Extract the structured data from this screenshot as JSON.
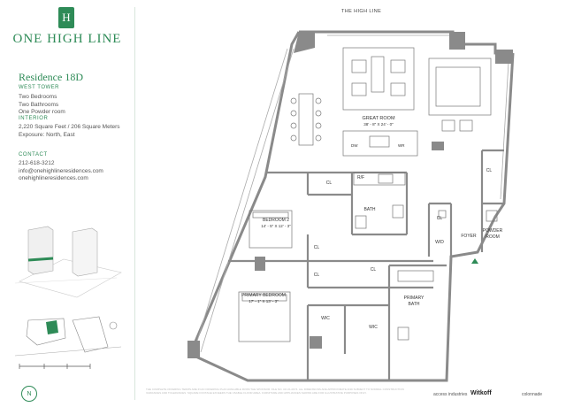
{
  "brand": {
    "name": "ONE HIGH LINE",
    "logo_letter": "H"
  },
  "residence": {
    "title": "Residence 18D",
    "tower": "WEST TOWER",
    "features": [
      "Two Bedrooms",
      "Two Bathrooms",
      "One Powder room"
    ]
  },
  "interior": {
    "heading": "INTERIOR",
    "size": "2,220 Square Feet / 206 Square Meters",
    "exposure": "Exposure: North, East"
  },
  "contact": {
    "heading": "CONTACT",
    "phone": "212-618-3212",
    "email": "info@onehighlineresidences.com",
    "website": "onehighlineresidences.com"
  },
  "compass": "N",
  "plan": {
    "street_label": "THE HIGH LINE",
    "great_room": {
      "name": "GREAT ROOM",
      "dims": "38' - 8\" X 24' - 0\""
    },
    "bedroom2": {
      "name": "BEDROOM 2",
      "dims": "14' - 5\" X 12' - 3\""
    },
    "primary_bedroom": {
      "name": "PRIMARY BEDROOM",
      "dims": "17' - 1\" X 13' - 3\""
    },
    "primary_bath": [
      "PRIMARY",
      "BATH"
    ],
    "bath": "BATH",
    "foyer": "FOYER",
    "powder_room": [
      "POWDER",
      "ROOM"
    ],
    "closet": "CL",
    "walk_in": "WIC",
    "washer_dryer": "W/D",
    "fridge": "R/F",
    "dishwasher": "DW",
    "wine": "WR"
  },
  "disclaimer": "THE COMPLETE OFFERING TERMS ARE IN AN OFFERING PLAN AVAILABLE FROM THE SPONSOR. FILE NO. CD 21-0074. ALL DIMENSIONS ARE APPROXIMATE AND SUBJECT TO NORMAL CONSTRUCTION VARIANCES AND TOLERANCES. SQUARE FOOTAGE EXCEEDS THE USABLE FLOOR AREA. FURNITURE AND APPLIANCES SHOWN ARE FOR ILLUSTRATIVE PURPOSES ONLY.",
  "developers": {
    "witkoff": "Witkoff",
    "colonnade": "colonnade",
    "other": "access industries"
  },
  "colors": {
    "accent": "#2e8b57",
    "wall": "#8a8a8a"
  }
}
